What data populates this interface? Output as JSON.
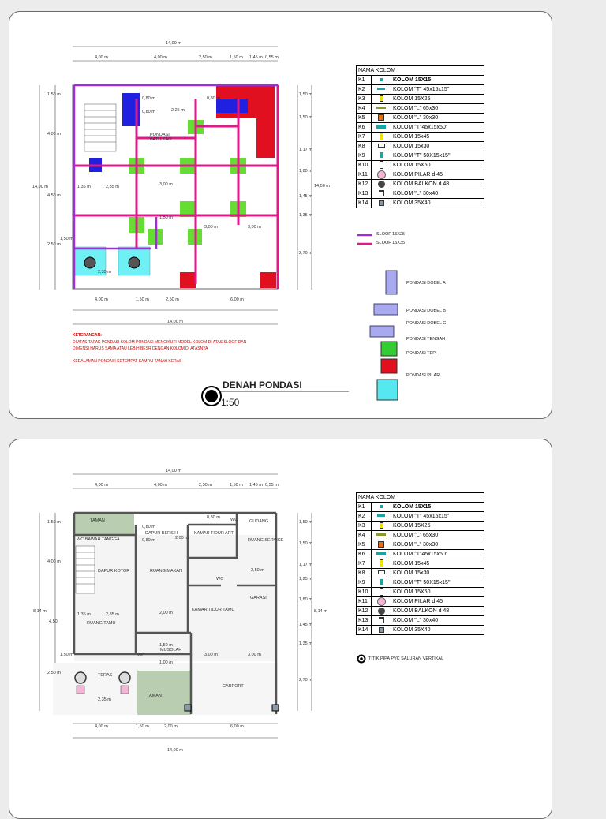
{
  "sheet1": {
    "title": "DENAH PONDASI",
    "scale": "1:50",
    "pondasi_label": "PONDASI\nBATU KALI",
    "keterangan": "KETERANGAN:",
    "note1": "DI ATAS TAPAK PONDASI KOLOM PONDASI MENGIKUTI MODEL KOLOM DI ATAS SLOOF DAN",
    "note2": "DIMENSI HARUS SAMA ATAU LEBIH BESR DENGAN KOLOM DI ATASNYA",
    "note3": "KEDALAMAN PONDASI SETEMPAT SAMPAI TANAH KERAS",
    "dims_top": [
      "14,00 m",
      "4,00 m",
      "4,00 m",
      "2,50 m",
      "1,50 m",
      "1,45 m",
      "0,55 m"
    ],
    "dims_bottom": [
      "4,00 m",
      "1,50 m",
      "2,50 m",
      "6,00 m",
      "14,00 m"
    ],
    "dims_left": [
      "1,50 m",
      "4,00 m",
      "14,00 m",
      "4,50 m",
      "1,50 m",
      "2,50 m"
    ],
    "dims_right": [
      "1,50 m",
      "1,50 m",
      "1,17 m",
      "1,80 m",
      "14,00 m",
      "1,45 m",
      "1,35 m",
      "2,70 m"
    ],
    "dims_inner": [
      "0,80 m",
      "2,25 m",
      "0,80 m",
      "0,80 m",
      "1,35 m",
      "2,85 m",
      "3,00 m",
      "1,50 m",
      "3,00 m",
      "3,00 m",
      "2,35 m"
    ],
    "legend": [
      {
        "label": "SLOOF 15X25",
        "color": "#9b30d6"
      },
      {
        "label": "SLOOF 15X35",
        "color": "#e0198a"
      },
      {
        "label": "PONDASI DOBEL A",
        "color": "#a9a9ef"
      },
      {
        "label": "PONDASI DOBEL B",
        "color": "#a9a9ef"
      },
      {
        "label": "PONDASI DOBEL C",
        "color": "#a9a9ef"
      },
      {
        "label": "PONDASI TENGAH",
        "color": "#33cc33"
      },
      {
        "label": "PONDASI TEPI",
        "color": "#e01020"
      },
      {
        "label": "PONDASI PILAR",
        "color": "#55e8f0"
      }
    ]
  },
  "sheet2": {
    "rooms": [
      "TAMAN",
      "WC BAWAH TANGGA",
      "DAPUR BERSIH",
      "KAMAR TIDUR ART",
      "WC",
      "GUDANG",
      "RUANG SERVICE",
      "DAPUR KOTOR",
      "RUANG MAKAN",
      "WC",
      "GARASI",
      "RUANG TAMU",
      "KAMAR TIDUR TAMU",
      "MUSOLAH",
      "WC",
      "TERAS",
      "CARPORT",
      "TAMAN"
    ],
    "legend_pipe": "TITIK PIPA PVC SALURAN VERTIKAL",
    "dims_top": [
      "14,00 m",
      "4,00 m",
      "4,00 m",
      "2,50 m",
      "1,50 m",
      "1,45 m",
      "0,55 m"
    ],
    "dims_bottom": [
      "4,00 m",
      "1,50 m",
      "2,00 m",
      "6,00 m",
      "14,00 m"
    ],
    "dims_left": [
      "1,50 m",
      "4,00 m",
      "8,14 m",
      "4,50",
      "1,50 m",
      "2,50 m"
    ],
    "dims_right": [
      "1,50 m",
      "1,50 m",
      "1,17 m",
      "1,25 m",
      "1,80 m",
      "8,14 m",
      "1,45 m",
      "1,35 m",
      "2,70 m"
    ],
    "dims_inner": [
      "0,80 m",
      "2,00 m",
      "0,80 m",
      "0,80 m",
      "2,50 m",
      "1,35 m",
      "2,85 m",
      "2,00 m",
      "1,50 m",
      "3,00 m",
      "3,00 m",
      "1,00 m",
      "2,35 m"
    ]
  },
  "kolom_table": {
    "header": "NAMA KOLOM",
    "rows": [
      {
        "id": "K1",
        "name": "KOLOM 15X15",
        "icon": "small-square-icon"
      },
      {
        "id": "K2",
        "name": "KOLOM \"T\" 45x15x15\"",
        "icon": "t-shape-icon"
      },
      {
        "id": "K3",
        "name": "KOLOM 15X25",
        "icon": "rect-vertical-icon"
      },
      {
        "id": "K4",
        "name": "KOLOM \"L\" 65x30",
        "icon": "l-shape-long-icon"
      },
      {
        "id": "K5",
        "name": "KOLOM \"L\" 30x30",
        "icon": "l-shape-icon"
      },
      {
        "id": "K6",
        "name": "KOLOM \"T\"45x15x50\"",
        "icon": "t-shape-wide-icon"
      },
      {
        "id": "K7",
        "name": "KOLOM 15x45",
        "icon": "rect-tall-icon"
      },
      {
        "id": "K8",
        "name": "KOLOM 15x30",
        "icon": "rect-horizontal-icon"
      },
      {
        "id": "K9",
        "name": "KOLOM \"T\" 50X15x15\"",
        "icon": "t-shape-side-icon"
      },
      {
        "id": "K10",
        "name": "KOLOM 15X50",
        "icon": "rect-tall-outline-icon"
      },
      {
        "id": "K11",
        "name": "KOLOM PILAR d 45",
        "icon": "circle-pink-icon"
      },
      {
        "id": "K12",
        "name": "KOLOM BALKON d 48",
        "icon": "circle-dark-icon"
      },
      {
        "id": "K13",
        "name": "KOLOM \"L\" 30x40",
        "icon": "l-shape-outline-icon"
      },
      {
        "id": "K14",
        "name": "KOLOM 35X40",
        "icon": "square-grey-icon"
      }
    ],
    "colors": {
      "teal": "#1aa3a3",
      "yellow": "#f2e200",
      "olive": "#8a9a2a",
      "orange": "#e07010",
      "pink": "#f4b6d6",
      "dark": "#444444",
      "grey": "#8a9aa8"
    }
  }
}
